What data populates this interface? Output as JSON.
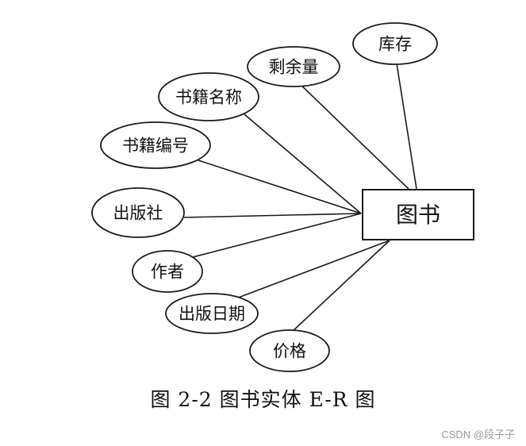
{
  "diagram": {
    "entity": "图书",
    "attributes": [
      {
        "id": "stock",
        "label": "库存"
      },
      {
        "id": "remaining",
        "label": "剩余量"
      },
      {
        "id": "book-name",
        "label": "书籍名称"
      },
      {
        "id": "book-number",
        "label": "书籍编号"
      },
      {
        "id": "publisher",
        "label": "出版社"
      },
      {
        "id": "author",
        "label": "作者"
      },
      {
        "id": "publish-date",
        "label": "出版日期"
      },
      {
        "id": "price",
        "label": "价格"
      }
    ]
  },
  "caption": "图 2-2 图书实体 E-R 图",
  "watermark": "CSDN @段子子"
}
